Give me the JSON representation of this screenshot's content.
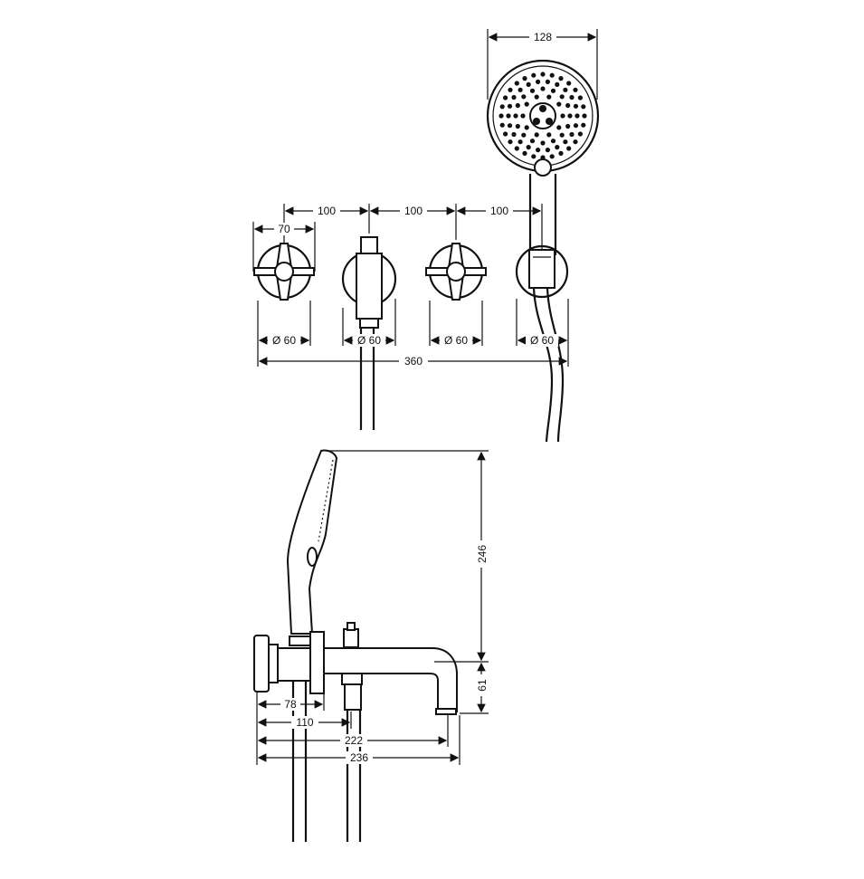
{
  "top_view": {
    "handshower_width": "128",
    "spacing_1": "100",
    "spacing_2": "100",
    "spacing_3": "100",
    "handle_width": "70",
    "diameter_1": "Ø 60",
    "diameter_2": "Ø 60",
    "diameter_3": "Ø 60",
    "diameter_4": "Ø 60",
    "overall_width": "360"
  },
  "side_view": {
    "height_total": "246",
    "height_spout": "61",
    "depth_78": "78",
    "depth_110": "110",
    "depth_222": "222",
    "depth_236": "236"
  }
}
